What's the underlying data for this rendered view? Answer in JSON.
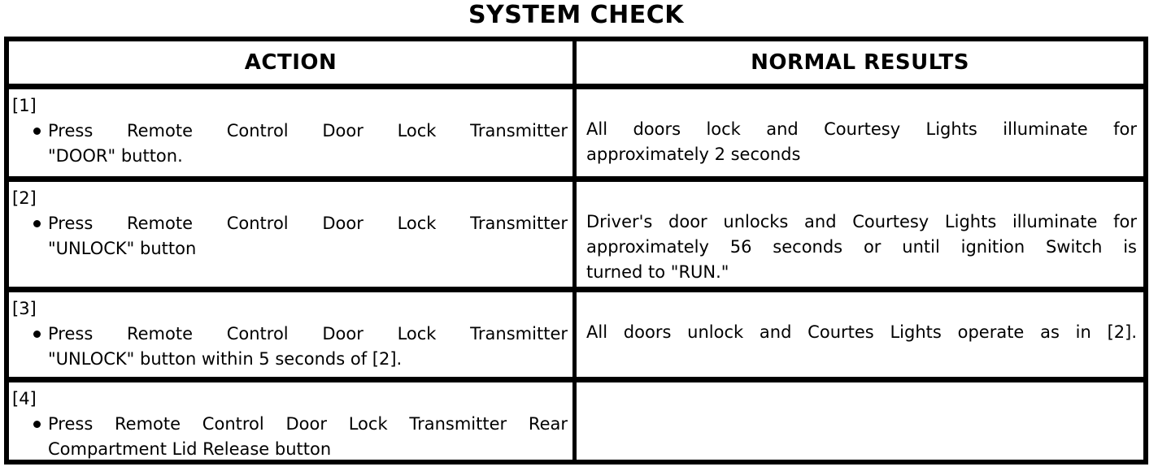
{
  "page": {
    "title": "SYSTEM CHECK"
  },
  "table": {
    "headers": {
      "action": "ACTION",
      "results": "NORMAL RESULTS"
    },
    "rows": [
      {
        "number": "[1]",
        "action_lines": [
          "Press Remote Control Door Lock Transmitter",
          "\"DOOR\" button."
        ],
        "result_lines": [
          "All doors lock and Courtesy Lights illuminate for",
          "approximately 2 seconds"
        ],
        "result_justify_all": false
      },
      {
        "number": "[2]",
        "action_lines": [
          "Press Remote Control Door Lock Transmitter",
          "\"UNLOCK\" button"
        ],
        "result_lines": [
          "Driver's door unlocks and Courtesy Lights illuminate for",
          "approximately 56 seconds or until ignition Switch is",
          "turned to \"RUN.\""
        ],
        "result_justify_all": false
      },
      {
        "number": "[3]",
        "action_lines": [
          "Press Remote Control Door Lock Transmitter",
          "\"UNLOCK\" button within 5 seconds of [2]."
        ],
        "result_lines": [
          "All doors unlock and Courtes Lights operate as in [2]."
        ],
        "result_justify_all": true
      },
      {
        "number": "[4]",
        "action_lines": [
          "Press Remote Control Door Lock Transmitter Rear",
          "Compartment Lid Release button"
        ],
        "result_lines": [],
        "result_justify_all": false
      }
    ],
    "colors": {
      "ink": "#000000",
      "paper": "#ffffff"
    }
  }
}
